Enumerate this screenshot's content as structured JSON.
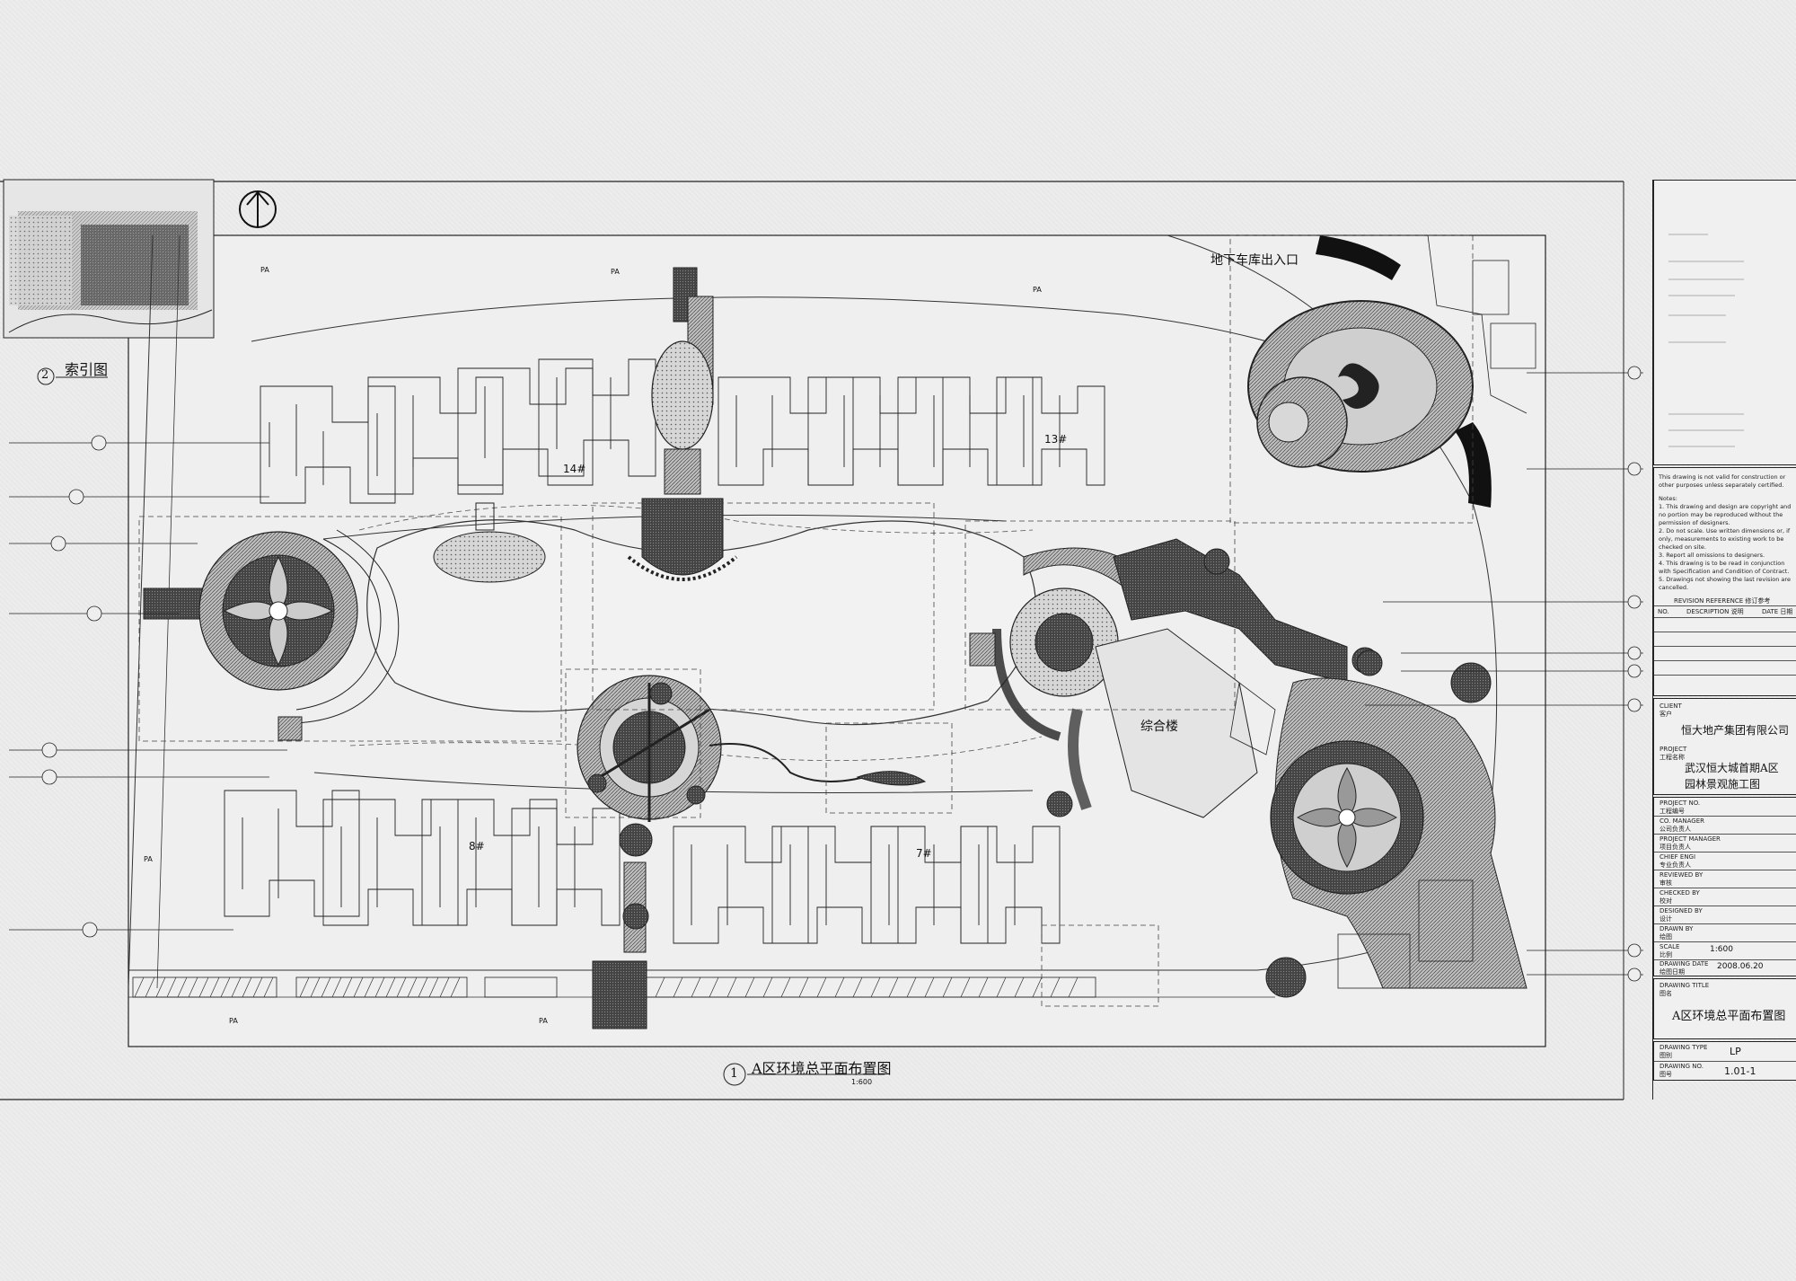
{
  "plan": {
    "title": "A区环境总平面布置图",
    "scale": "1:600",
    "detail_number": "1",
    "index_number": "2",
    "index_title": "索引图",
    "labels": {
      "garage_entrance": "地下车库出入口",
      "complex_building": "综合楼",
      "building_14": "14#",
      "building_13": "13#",
      "building_8": "8#",
      "building_7": "7#",
      "pa": "PA"
    }
  },
  "title_block": {
    "notes_heading": "This drawing is not valid for construction or other purposes unless separately certified.",
    "notes_title": "Notes:",
    "notes": [
      "1. This drawing and design are copyright and no portion may be reproduced without the permission of designers.",
      "2. Do not scale. Use written dimensions or, if only, measurements to existing work to be checked on site.",
      "3. Report all omissions to designers.",
      "4. This drawing is to be read in conjunction with Specification and Condition of Contract.",
      "5. Drawings not showing the last revision are cancelled."
    ],
    "revision_ref": "REVISION REFERENCE 修订参考",
    "rev_no": "NO.",
    "rev_desc": "DESCRIPTION 说明",
    "rev_date": "DATE 日期",
    "client_label": "CLIENT",
    "client_label_cn": "客户",
    "client": "恒大地产集团有限公司",
    "project_label": "PROJECT",
    "project_label_cn": "工程名称",
    "project_line1": "武汉恒大城首期A区",
    "project_line2": "园林景观施工图",
    "project_no": "PROJECT NO.",
    "project_no_cn": "工程编号",
    "co_manager": "CO. MANAGER",
    "co_manager_cn": "公司负责人",
    "project_manager": "PROJECT MANAGER",
    "project_manager_cn": "项目负责人",
    "chief_engi": "CHIEF ENGI",
    "chief_engi_cn": "专业负责人",
    "reviewed_by": "REVIEWED BY",
    "reviewed_by_cn": "审核",
    "checked_by": "CHECKED BY",
    "checked_by_cn": "校对",
    "designed_by": "DESIGNED BY",
    "designed_by_cn": "设计",
    "drawn_by": "DRAWN BY",
    "drawn_by_cn": "绘图",
    "scale_label": "SCALE",
    "scale_label_cn": "比例",
    "scale": "1:600",
    "drawing_date_label": "DRAWING DATE",
    "drawing_date_label_cn": "绘图日期",
    "drawing_date": "2008.06.20",
    "drawing_title_label": "DRAWING TITLE",
    "drawing_title_label_cn": "图名",
    "drawing_title": "A区环境总平面布置图",
    "drawing_type_label": "DRAWING TYPE",
    "drawing_type_label_cn": "图别",
    "drawing_type": "LP",
    "drawing_no_label": "DRAWING NO.",
    "drawing_no_label_cn": "图号",
    "drawing_no": "1.01-1"
  }
}
